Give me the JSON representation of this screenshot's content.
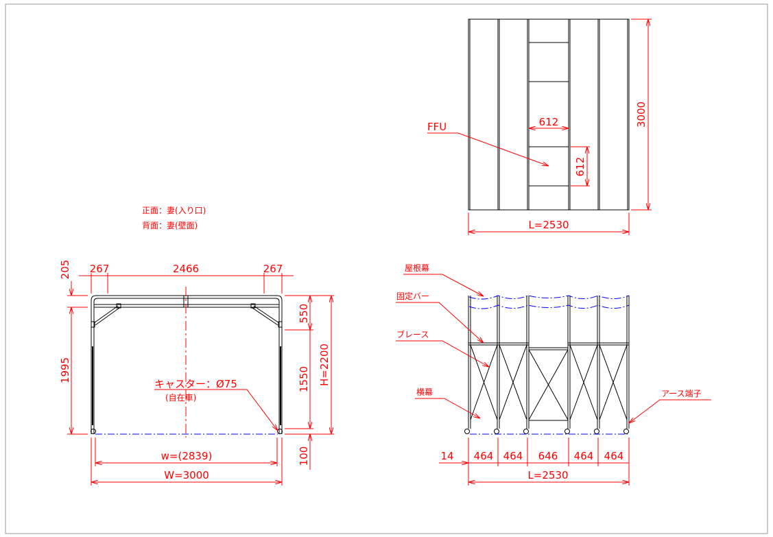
{
  "notes": {
    "front": "正面：妻(入り口)",
    "back": "背面：妻(壁面)"
  },
  "top_view": {
    "ffu_label": "FFU",
    "ffu_width": "612",
    "ffu_depth": "612",
    "depth": "3000",
    "length": "L=2530"
  },
  "front_view": {
    "top_offset": "205",
    "post_height": "1995",
    "left_span": "267",
    "center_span": "2466",
    "right_span": "267",
    "upper_height": "550",
    "lower_height": "1550",
    "caster_height": "100",
    "total_height": "H=2200",
    "inner_width": "w=(2839)",
    "total_width": "W=3000",
    "caster_label": "キャスター：Ø75",
    "caster_sub": "(自在車)"
  },
  "side_view": {
    "labels": {
      "roof": "屋根幕",
      "fixed_bar": "固定バー",
      "brace": "ブレース",
      "side_curtain": "横幕",
      "earth": "アース端子"
    },
    "offset": "14",
    "spans": [
      "464",
      "464",
      "646",
      "464",
      "464"
    ],
    "length": "L=2530"
  },
  "colors": {
    "dimension": "#ff0000",
    "frame": "#000000",
    "curtain": "#0000ff"
  }
}
